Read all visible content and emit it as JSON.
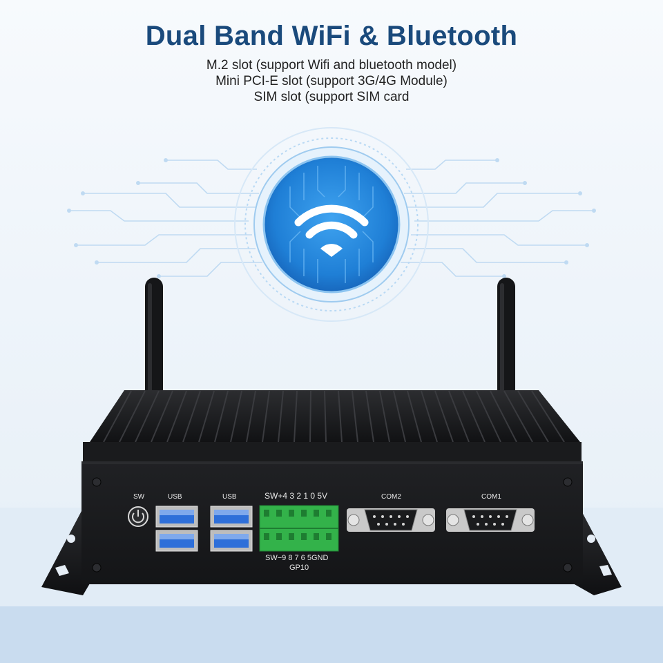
{
  "header": {
    "title": "Dual Band WiFi & Bluetooth",
    "lines": [
      "M.2 slot (support Wifi and bluetooth model)",
      "Mini PCI-E slot (support 3G/4G Module)",
      "SIM slot (support SIM card"
    ]
  },
  "panel": {
    "sw_label": "SW",
    "usb_label_1": "USB",
    "usb_label_2": "USB",
    "gpio_top": "SW+4 3 2 1 0 5V",
    "gpio_bottom": "SW−9 8 7 6 5GND",
    "gpio_name": "GP10",
    "com2_label": "COM2",
    "com1_label": "COM1"
  },
  "icons": [
    "wifi-icon",
    "power-icon"
  ],
  "colors": {
    "title": "#1a4a7c",
    "wifi_circle": "#1e7fd8",
    "chassis": "#1b1c1e",
    "usb_blue": "#2e6fd9",
    "terminal_green": "#33b24a"
  }
}
